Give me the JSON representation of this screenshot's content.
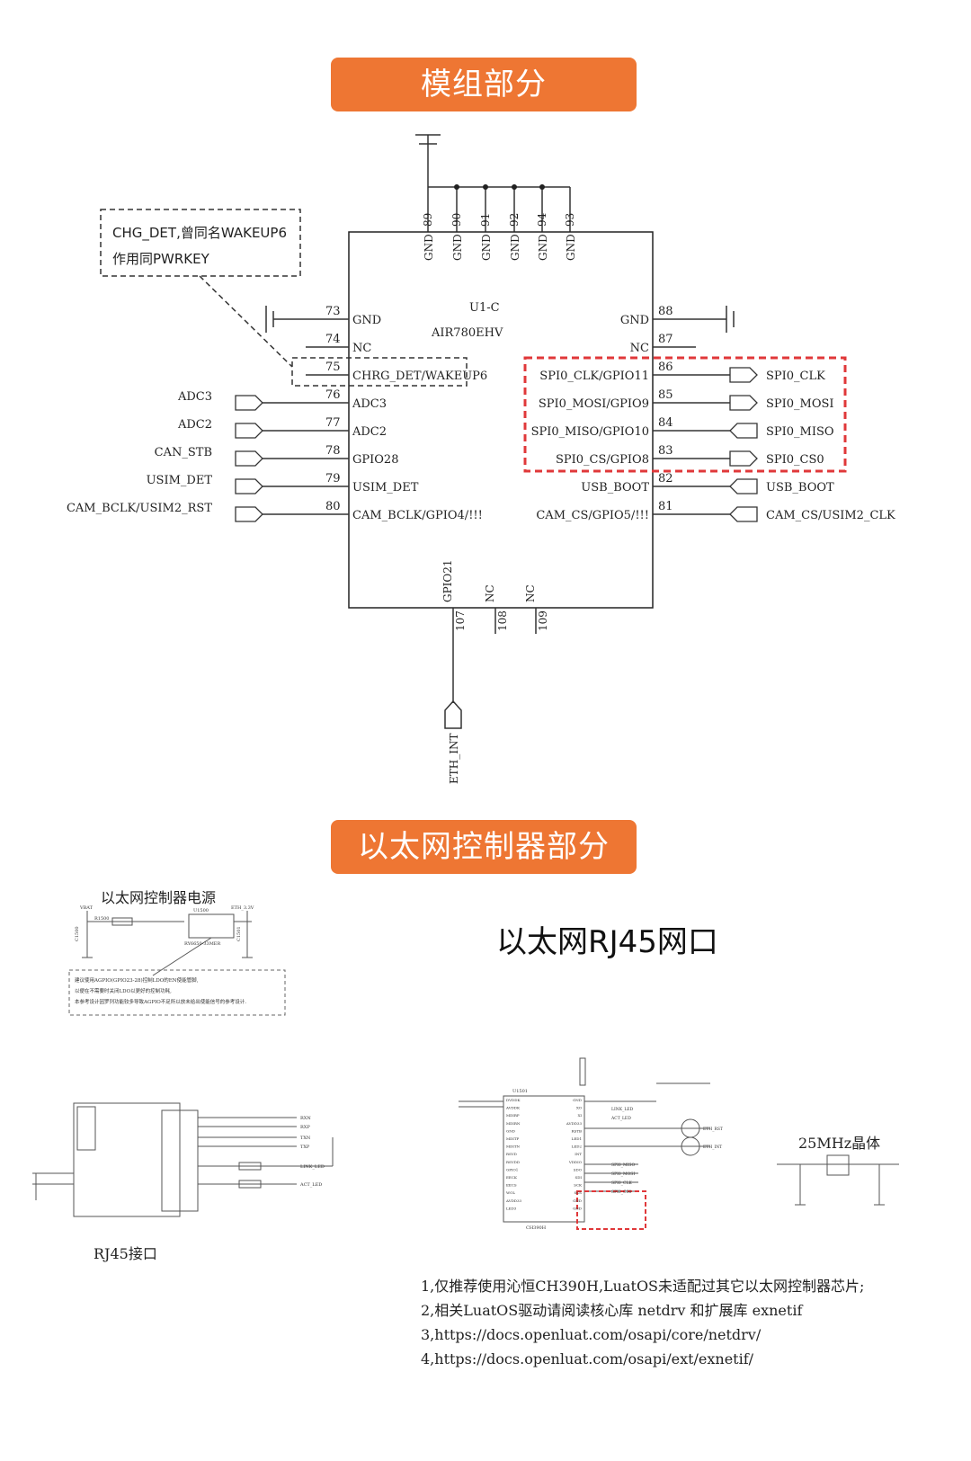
{
  "banners": {
    "module": "模组部分",
    "ethernet": "以太网控制器部分"
  },
  "module": {
    "ref": "U1-C",
    "part": "AIR780EHV",
    "note_lines": [
      "CHG_DET,曾同名WAKEUP6",
      "作用同PWRKEY"
    ],
    "top_pins": [
      {
        "num": "89",
        "name": "GND"
      },
      {
        "num": "90",
        "name": "GND"
      },
      {
        "num": "91",
        "name": "GND"
      },
      {
        "num": "92",
        "name": "GND"
      },
      {
        "num": "94",
        "name": "GND"
      },
      {
        "num": "93",
        "name": "GND"
      }
    ],
    "left_pins": [
      {
        "num": "73",
        "name": "GND",
        "net": ""
      },
      {
        "num": "74",
        "name": "NC",
        "net": ""
      },
      {
        "num": "75",
        "name": "CHRG_DET/WAKEUP6",
        "net": ""
      },
      {
        "num": "76",
        "name": "ADC3",
        "net": "ADC3"
      },
      {
        "num": "77",
        "name": "ADC2",
        "net": "ADC2"
      },
      {
        "num": "78",
        "name": "GPIO28",
        "net": "CAN_STB"
      },
      {
        "num": "79",
        "name": "USIM_DET",
        "net": "USIM_DET"
      },
      {
        "num": "80",
        "name": "CAM_BCLK/GPIO4/!!!",
        "net": "CAM_BCLK/USIM2_RST"
      }
    ],
    "right_pins": [
      {
        "num": "88",
        "name": "GND",
        "net": ""
      },
      {
        "num": "87",
        "name": "NC",
        "net": ""
      },
      {
        "num": "86",
        "name": "SPI0_CLK/GPIO11",
        "net": "SPI0_CLK"
      },
      {
        "num": "85",
        "name": "SPI0_MOSI/GPIO9",
        "net": "SPI0_MOSI"
      },
      {
        "num": "84",
        "name": "SPI0_MISO/GPIO10",
        "net": "SPI0_MISO"
      },
      {
        "num": "83",
        "name": "SPI0_CS/GPIO8",
        "net": "SPI0_CS0"
      },
      {
        "num": "82",
        "name": "USB_BOOT",
        "net": "USB_BOOT"
      },
      {
        "num": "81",
        "name": "CAM_CS/GPIO5/!!!",
        "net": "CAM_CS/USIM2_CLK"
      }
    ],
    "bottom_pins": [
      {
        "num": "107",
        "name": "GPIO21",
        "net": "ETH_INT"
      },
      {
        "num": "108",
        "name": "NC",
        "net": ""
      },
      {
        "num": "109",
        "name": "NC",
        "net": ""
      }
    ]
  },
  "ethernet": {
    "power_title": "以太网控制器电源",
    "rj45_title": "以太网RJ45网口",
    "rj45_caption": "RJ45接口",
    "crystal_title": "25MHz晶体",
    "notes": [
      "1,仅推荐使用沁恒CH390H,LuatOS未适配过其它以太网控制器芯片;",
      "2,相关LuatOS驱动请阅读核心库 netdrv 和扩展库 exnetif",
      "3,https://docs.openluat.com/osapi/core/netdrv/",
      "4,https://docs.openluat.com/osapi/ext/exnetif/"
    ],
    "power_notes": [
      "建议使用AGPIO(GPIO23-28)控制LDO的EN使能管脚,",
      "以便在不需要时关闭LDO以更好的控制功耗,",
      "本参考设计因罗列功能较多导致AGPIO不足所以放未给出使能信号的参考设计."
    ],
    "power_labels": {
      "vbat": "VBAT",
      "eth": "ETH_3.3V",
      "ic": "U1500",
      "part": "RY6650-33MER",
      "res": "R1500",
      "cap1": "C1500",
      "cap2": "C1501"
    },
    "ch390_labels": {
      "ic": "U1501",
      "part": "CH390H"
    },
    "ch390_left_pins": [
      "DVDDK",
      "AVDDK",
      "MDIRP",
      "MDIRN",
      "GND",
      "MDITP",
      "MDITN",
      "RSVD",
      "RSVDD",
      "GPIO1",
      "EECK",
      "EECS",
      "WOL",
      "AVDD33",
      "LED3"
    ],
    "ch390_right_pins": [
      "GND",
      "XO",
      "XI",
      "AVDD33",
      "RSTB",
      "LED1",
      "LED2",
      "INT",
      "VDDIO",
      "SDO",
      "SDI",
      "SCK",
      "SCS",
      "GND",
      "GND"
    ],
    "ch390_nets": [
      "ETH_RST",
      "ETH_INT",
      "SPI0_MISO",
      "SPI0_MOSI",
      "SPI0_CLK",
      "SPI0_CS0",
      "LINK_LED",
      "ACT_LED"
    ],
    "rj45_nets": [
      "RXN",
      "RXP",
      "TXN",
      "TXP",
      "LINK_LED",
      "ACT_LED"
    ]
  }
}
